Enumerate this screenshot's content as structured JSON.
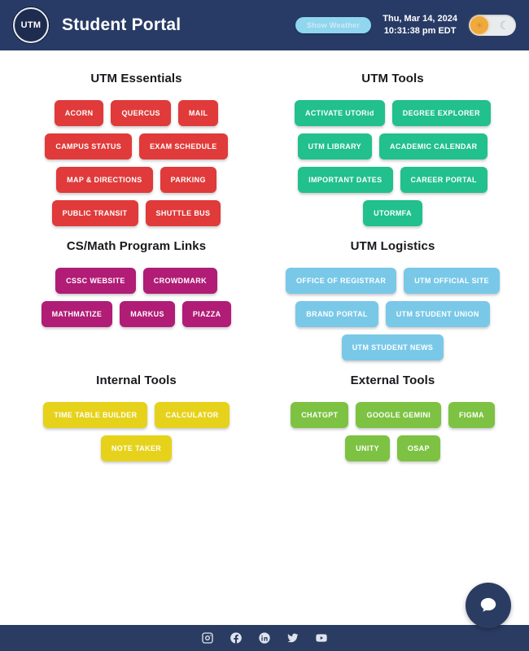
{
  "header": {
    "logo_text": "UTM",
    "title": "Student Portal",
    "weather_button": "Show Weather",
    "date": "Thu, Mar 14, 2024",
    "time": "10:31:38 pm EDT",
    "theme_toggle": {
      "sun_icon": "sun-icon",
      "moon_icon": "moon-icon",
      "state": "light"
    }
  },
  "colors": {
    "header_bg": "#283b66",
    "essentials": "#e03a3a",
    "tools": "#21c08c",
    "program_links": "#b01c76",
    "logistics": "#79c8e8",
    "internal": "#e6d21b",
    "external": "#7dc242"
  },
  "sections": [
    {
      "id": "utm-essentials",
      "title": "UTM Essentials",
      "color_class": "c-red",
      "buttons": [
        "ACORN",
        "QUERCUS",
        "MAIL",
        "CAMPUS STATUS",
        "EXAM SCHEDULE",
        "MAP & DIRECTIONS",
        "PARKING",
        "PUBLIC TRANSIT",
        "SHUTTLE BUS"
      ]
    },
    {
      "id": "utm-tools",
      "title": "UTM Tools",
      "color_class": "c-green",
      "buttons": [
        "ACTIVATE UTORid",
        "DEGREE EXPLORER",
        "UTM LIBRARY",
        "ACADEMIC CALENDAR",
        "IMPORTANT DATES",
        "CAREER PORTAL",
        "UTORMFA"
      ]
    },
    {
      "id": "cs-math-program-links",
      "title": "CS/Math Program Links",
      "color_class": "c-magenta",
      "buttons": [
        "CSSC WEBSITE",
        "CROWDMARK",
        "MATHMATIZE",
        "MARKUS",
        "PIAZZA"
      ]
    },
    {
      "id": "utm-logistics",
      "title": "UTM Logistics",
      "color_class": "c-lightblue",
      "buttons": [
        "OFFICE OF REGISTRAR",
        "UTM OFFICIAL SITE",
        "BRAND PORTAL",
        "UTM STUDENT UNION",
        "UTM STUDENT NEWS"
      ]
    },
    {
      "id": "internal-tools",
      "title": "Internal Tools",
      "color_class": "c-yellow",
      "buttons": [
        "TIME TABLE BUILDER",
        "CALCULATOR",
        "NOTE TAKER"
      ]
    },
    {
      "id": "external-tools",
      "title": "External Tools",
      "color_class": "c-lime",
      "buttons": [
        "CHATGPT",
        "GOOGLE GEMINI",
        "FIGMA",
        "UNITY",
        "OSAP"
      ]
    }
  ],
  "chat": {
    "icon": "chat-bubble-icon"
  },
  "footer": {
    "socials": [
      {
        "name": "instagram-icon"
      },
      {
        "name": "facebook-icon"
      },
      {
        "name": "linkedin-icon"
      },
      {
        "name": "twitter-x-icon"
      },
      {
        "name": "youtube-icon"
      }
    ]
  }
}
